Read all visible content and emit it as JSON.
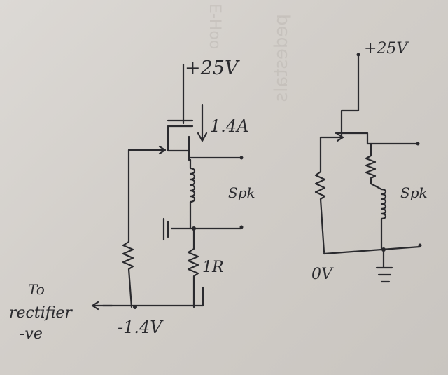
{
  "left_circuit": {
    "supply_label": "+25V",
    "current_label": "1.4A",
    "speaker_label": "Spk",
    "resistor_label": "1R",
    "capacitor_label": "+||",
    "negative_rail_label": "-1.4V",
    "rectifier_label_line1": "To",
    "rectifier_label_line2": "rectifier",
    "rectifier_label_line3": "-ve"
  },
  "right_circuit": {
    "supply_label": "+25V",
    "speaker_label": "Spk",
    "ground_label": "0V"
  },
  "background_show_through": {
    "text1": "pedestals",
    "text2": "E-Hoo"
  },
  "colors": {
    "ink": "#2a2a2e",
    "paper": "#d6d2cd"
  }
}
